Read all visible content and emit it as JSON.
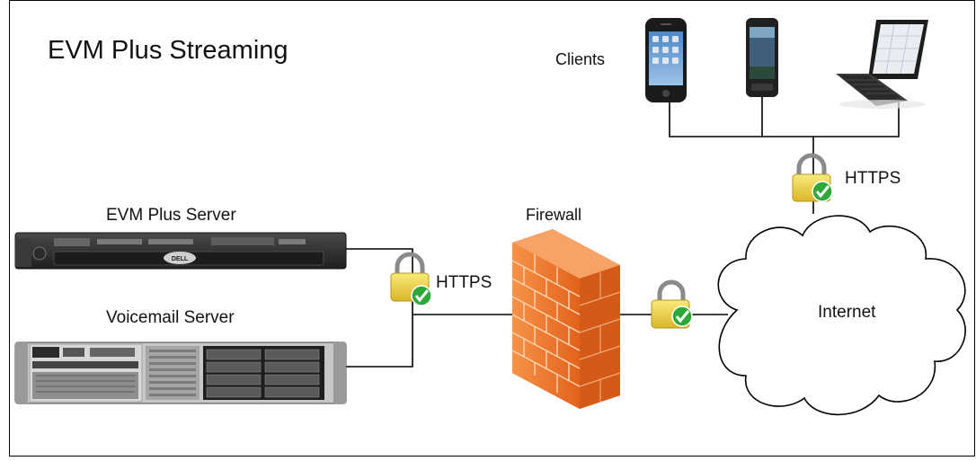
{
  "diagram": {
    "title": "EVM Plus Streaming",
    "clients_label": "Clients",
    "https_top_label": "HTTPS",
    "evm_server_label": "EVM Plus Server",
    "firewall_label": "Firewall",
    "https_left_label": "HTTPS",
    "voicemail_server_label": "Voicemail Server",
    "internet_label": "Internet",
    "server_brand": "DELL"
  },
  "colors": {
    "line": "#000000",
    "firewall": "#f07a2c",
    "lock_body": "#f3d23a",
    "check": "#2fa83a",
    "server_face": "#2a2a2a"
  }
}
